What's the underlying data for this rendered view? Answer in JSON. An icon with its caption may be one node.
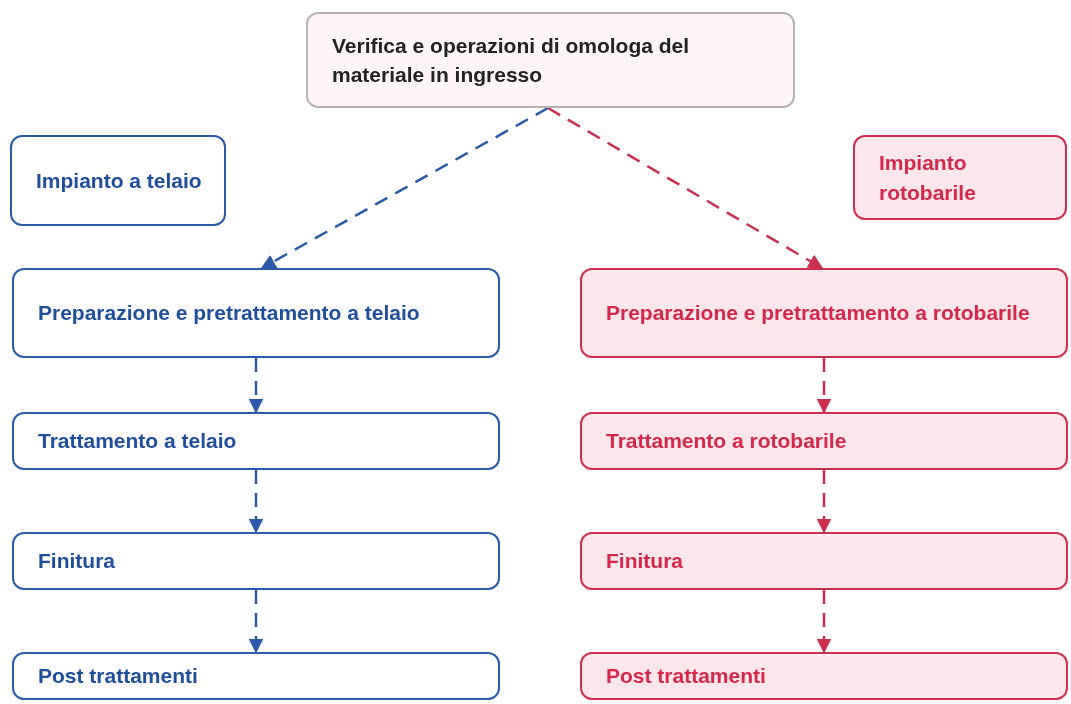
{
  "diagram": {
    "nodes": [
      {
        "text": [
          "Verifica e operazioni di omologa del materiale in ingresso"
        ]
      },
      {
        "text": [
          "Impianto a telaio"
        ]
      },
      {
        "text": [
          "Impianto rotobarile"
        ]
      },
      {
        "text": [
          "Preparazione e pretrattamento a telaio"
        ]
      },
      {
        "text": [
          "Preparazione e pretrattamento a rotobarile"
        ]
      },
      {
        "text": [
          "Trattamento a telaio"
        ]
      },
      {
        "text": [
          "Trattamento a rotobarile"
        ]
      },
      {
        "text": [
          "Finitura"
        ]
      },
      {
        "text": [
          "Finitura"
        ]
      },
      {
        "text": [
          "Post trattamenti"
        ]
      },
      {
        "text": [
          "Post trattamenti"
        ]
      }
    ],
    "edges": [
      {
        "from": 0,
        "to": 3,
        "arrow": "to",
        "style": "dashed",
        "color": "#2a5aa8"
      },
      {
        "from": 0,
        "to": 4,
        "arrow": "to",
        "style": "dashed",
        "color": "#c8304f"
      },
      {
        "from": 3,
        "to": 5,
        "arrow": "to",
        "style": "dashed",
        "color": "#2a5aa8"
      },
      {
        "from": 4,
        "to": 6,
        "arrow": "to",
        "style": "dashed",
        "color": "#c8304f"
      },
      {
        "from": 5,
        "to": 7,
        "arrow": "to",
        "style": "dashed",
        "color": "#2a5aa8"
      },
      {
        "from": 6,
        "to": 8,
        "arrow": "to",
        "style": "dashed",
        "color": "#c8304f"
      },
      {
        "from": 7,
        "to": 9,
        "arrow": "to",
        "style": "dashed",
        "color": "#2a5aa8"
      },
      {
        "from": 8,
        "to": 10,
        "arrow": "to",
        "style": "dashed",
        "color": "#c8304f"
      }
    ]
  }
}
